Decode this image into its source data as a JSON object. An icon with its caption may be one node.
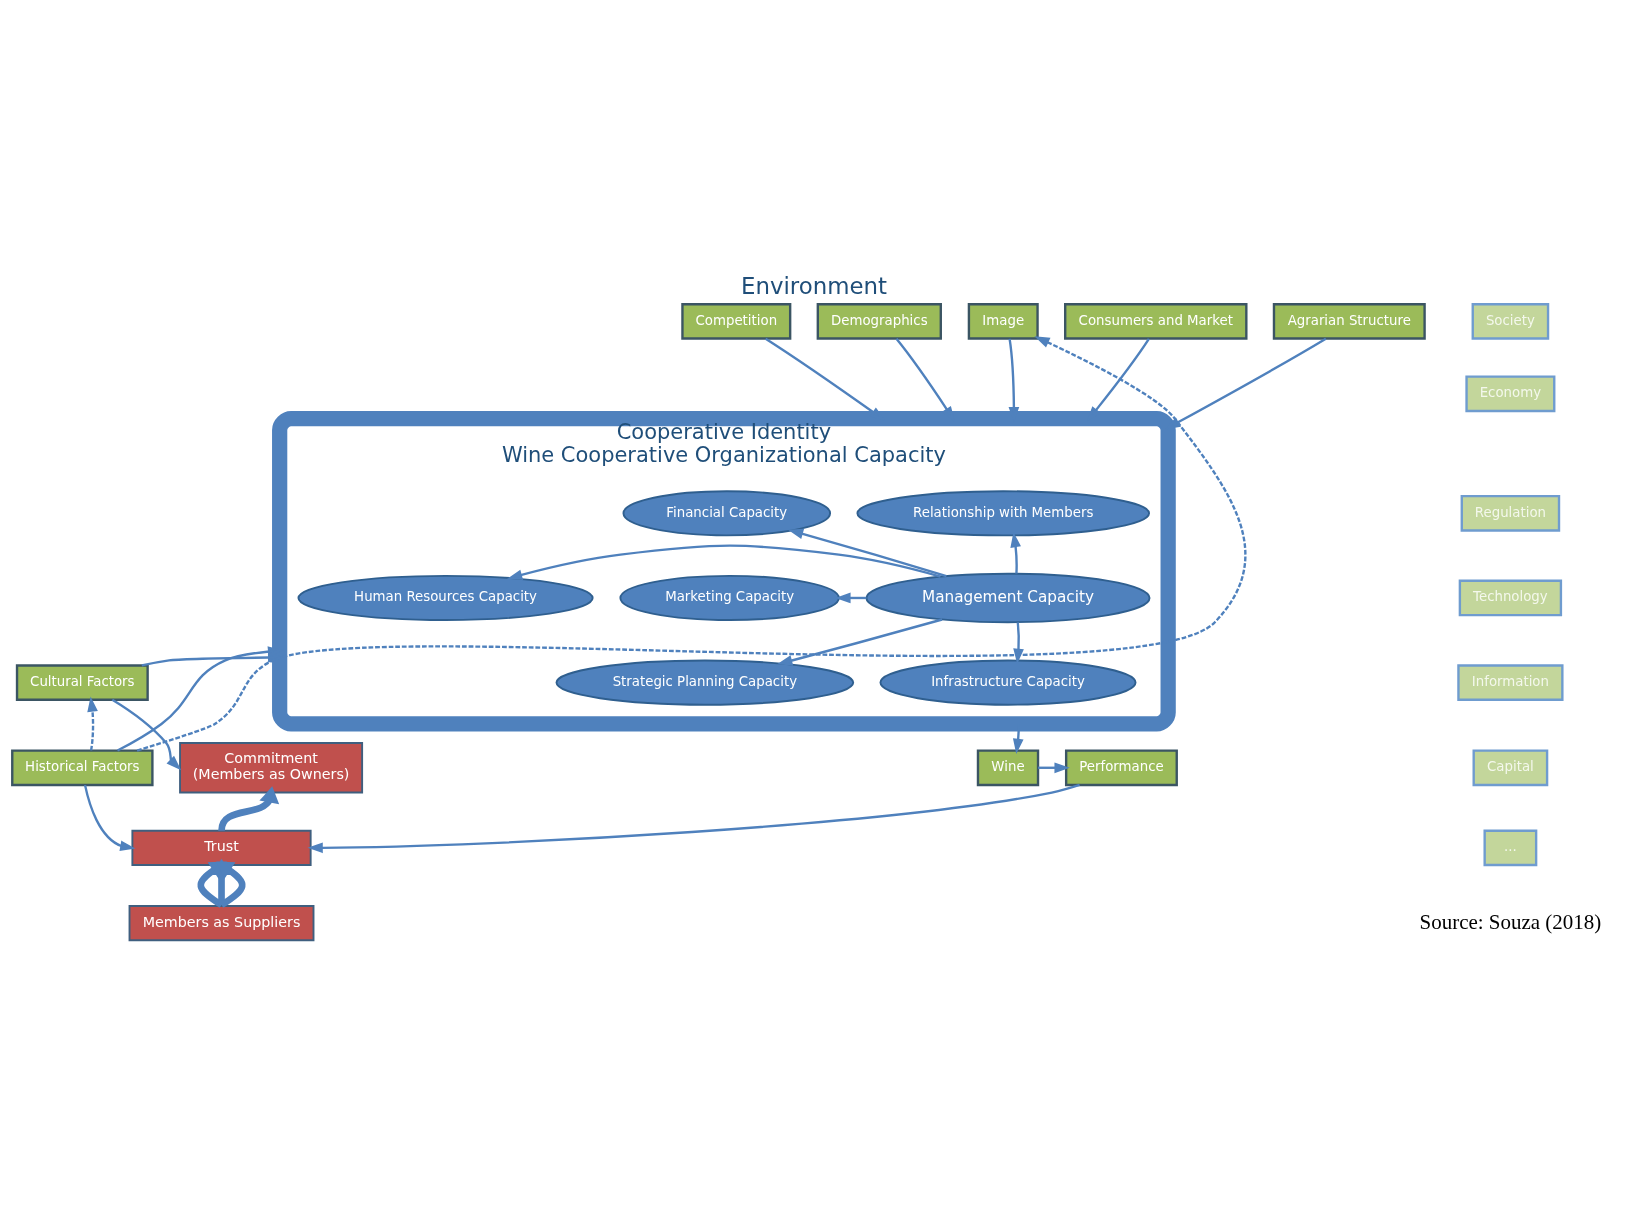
{
  "diagram": {
    "title": "Environment",
    "caption": "Source: Souza (2018)",
    "nodes": [
      {
        "text": [
          "Cooperative Identity",
          "Wine Cooperative Organizational Capacity"
        ]
      },
      {
        "text": [
          "Relationship with Members"
        ],
        "in": 0
      },
      {
        "text": [
          "Financial Capacity"
        ],
        "in": 0
      },
      {
        "text": [
          "Marketing Capacity"
        ],
        "in": 0
      },
      {
        "text": [
          "Management Capacity"
        ],
        "in": 0
      },
      {
        "text": [
          "Human Resources Capacity"
        ],
        "in": 0
      },
      {
        "text": [
          "Strategic Planning Capacity"
        ],
        "in": 0
      },
      {
        "text": [
          "Infrastructure Capacity"
        ],
        "in": 0
      },
      {
        "text": [
          "Competition"
        ]
      },
      {
        "text": [
          "Demographics"
        ]
      },
      {
        "text": [
          "Image"
        ]
      },
      {
        "text": [
          "Consumers and Market"
        ]
      },
      {
        "text": [
          "Agrarian Structure"
        ]
      },
      {
        "text": [
          "Wine"
        ]
      },
      {
        "text": [
          "Performance"
        ]
      },
      {
        "text": [
          "Cultural Factors"
        ]
      },
      {
        "text": [
          "Historical Factors"
        ]
      },
      {
        "text": [
          "Commitment",
          "(Members as Owners)"
        ]
      },
      {
        "text": [
          "Trust"
        ]
      },
      {
        "text": [
          "Members as Suppliers"
        ]
      },
      {
        "text": [
          "Society"
        ]
      },
      {
        "text": [
          "Economy"
        ]
      },
      {
        "text": [
          "Regulation"
        ]
      },
      {
        "text": [
          "Technology"
        ]
      },
      {
        "text": [
          "Information"
        ]
      },
      {
        "text": [
          "Capital"
        ]
      },
      {
        "text": [
          "..."
        ]
      }
    ],
    "edges": [
      {
        "from": 4,
        "to": 1,
        "arrow": "to"
      },
      {
        "from": 4,
        "to": 2,
        "arrow": "to"
      },
      {
        "from": 4,
        "to": 3,
        "arrow": "to"
      },
      {
        "from": 4,
        "to": 5,
        "arrow": "to"
      },
      {
        "from": 4,
        "to": 6,
        "arrow": "to"
      },
      {
        "from": 4,
        "to": 7,
        "arrow": "to"
      },
      {
        "from": 8,
        "to": 0,
        "arrow": "to"
      },
      {
        "from": 9,
        "to": 0,
        "arrow": "to"
      },
      {
        "from": 10,
        "to": 0,
        "arrow": "to"
      },
      {
        "from": 11,
        "to": 0,
        "arrow": "to"
      },
      {
        "from": 12,
        "to": 0,
        "arrow": "to"
      },
      {
        "from": 0,
        "to": 13,
        "arrow": "to"
      },
      {
        "from": 13,
        "to": 14,
        "arrow": "to"
      },
      {
        "from": 14,
        "to": 18,
        "arrow": "to"
      },
      {
        "from": 15,
        "to": 0,
        "arrow": "to"
      },
      {
        "from": 15,
        "to": 17,
        "arrow": "to"
      },
      {
        "from": 16,
        "to": 0,
        "arrow": "to"
      },
      {
        "from": 16,
        "to": 10,
        "arrow": "to",
        "style": "dashed"
      },
      {
        "from": 16,
        "to": 15,
        "arrow": "to",
        "style": "dashed"
      },
      {
        "from": 16,
        "to": 18,
        "arrow": "to"
      },
      {
        "from": 18,
        "to": 17,
        "arrow": "to",
        "style": "thick"
      },
      {
        "from": 19,
        "to": 18,
        "arrow": "to",
        "style": "thick"
      },
      {
        "from": 19,
        "to": 18,
        "arrow": "to",
        "style": "thick"
      },
      {
        "from": 19,
        "to": 18,
        "arrow": "to",
        "style": "thick"
      }
    ]
  }
}
